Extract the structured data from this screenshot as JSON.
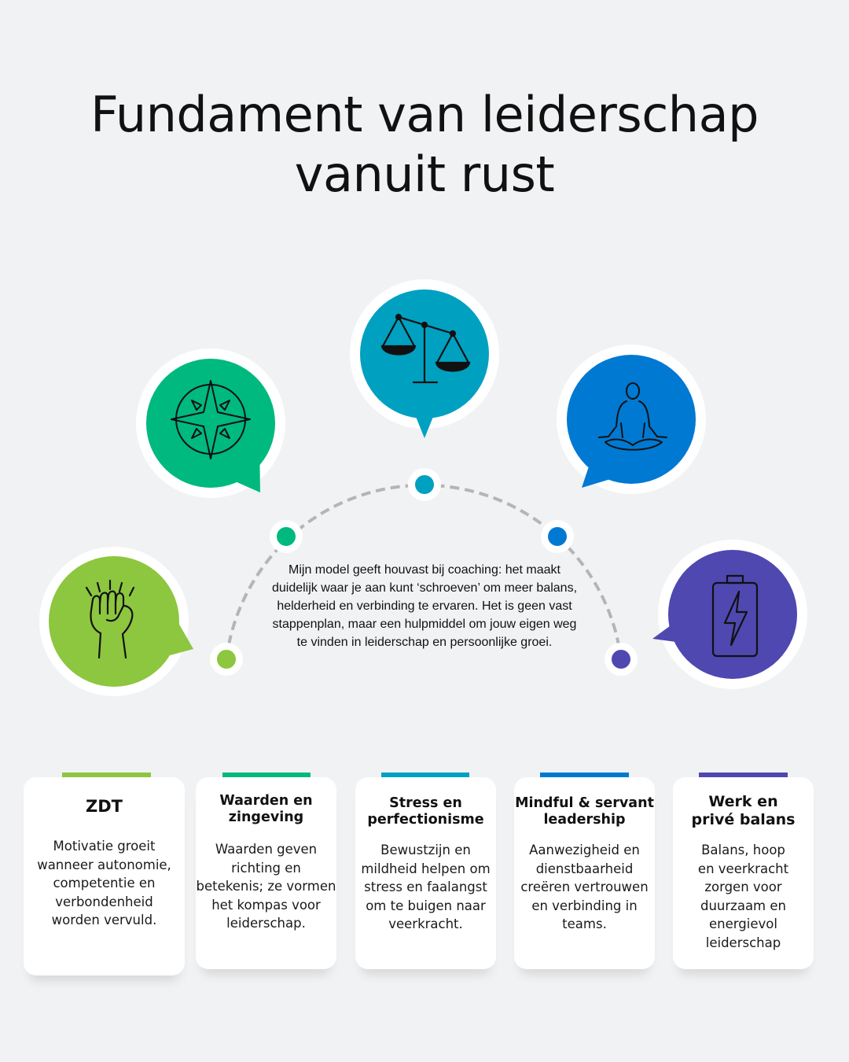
{
  "title": {
    "line1": "Fundament van leiderschap",
    "line2": "vanuit rust"
  },
  "intro": "Mijn model geeft houvast bij coaching: het maakt duidelijk waar je aan kunt ‘schroeven’ om meer balans, helderheid en verbinding te ervaren. Het is geen vast stappenplan, maar een hulpmiddel om jouw eigen weg te vinden in leiderschap en persoonlijke groei.",
  "colors": {
    "zdt": "#8dc63f",
    "waarden": "#00b97e",
    "stress": "#00a0c0",
    "mindful": "#0079d3",
    "balans": "#4f48b0",
    "arc": "#b5b5b5"
  },
  "bubbles": [
    {
      "icon": "raised-fist-icon"
    },
    {
      "icon": "compass-star-icon"
    },
    {
      "icon": "scales-icon"
    },
    {
      "icon": "meditation-icon"
    },
    {
      "icon": "battery-lightning-icon"
    }
  ],
  "cards": [
    {
      "title": "ZDT",
      "body": "Motivatie groeit wanneer autonomie, competentie en verbondenheid worden vervuld."
    },
    {
      "title": "Waarden en zingeving",
      "body": "Waarden geven richting en betekenis; ze vormen het kompas voor leiderschap."
    },
    {
      "title": "Stress en perfectionisme",
      "body": "Bewustzijn en mildheid helpen om stress en faalangst om te buigen naar veerkracht."
    },
    {
      "title": "Mindful & servant leadership",
      "body": "Aanwezigheid en dienstbaarheid creëren vertrouwen en verbinding in teams."
    },
    {
      "title": "Werk en privé balans",
      "body": "Balans, hoop en veerkracht zorgen voor duurzaam en energievol leiderschap"
    }
  ]
}
